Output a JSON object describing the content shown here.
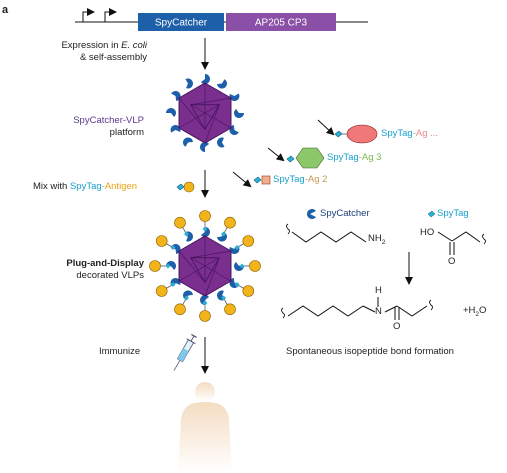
{
  "figure_label": "a",
  "construct": {
    "domain1": "SpyCatcher",
    "domain2": "AP205 CP3",
    "colors": {
      "domain1": "#1d5fa8",
      "domain2": "#8a4fa6"
    }
  },
  "steps": {
    "expression_prefix": "Expression in ",
    "expression_organism": "E. coli",
    "expression_line2": "& self-assembly",
    "platform_part1": "SpyCatcher-",
    "platform_part2": "VLP",
    "platform_line2": "platform",
    "mix_prefix": "Mix with ",
    "mix_tag": "SpyTag",
    "mix_dash": "-",
    "mix_antigen": "Antigen",
    "decorated_bold": "Plug-and-Display",
    "decorated_line2": "decorated VLPs",
    "immunize": "Immunize"
  },
  "antigens": [
    {
      "tag": "SpyTag",
      "sep": "-",
      "ag": "Ag ...",
      "shape": "ellipse",
      "color": "#f07878"
    },
    {
      "tag": "SpyTag",
      "sep": "-",
      "ag": "Ag 3",
      "shape": "hexagon",
      "color": "#8cc86a"
    },
    {
      "tag": "SpyTag",
      "sep": "-",
      "ag": "Ag 2",
      "shape": "square",
      "color": "#f0b090"
    }
  ],
  "chemistry": {
    "spycatcher_label": "SpyCatcher",
    "spytag_label": "SpyTag",
    "amine": "NH",
    "amine_sub": "2",
    "acid": "HO",
    "carbonyl_o": "O",
    "amide_h": "H",
    "amide_n": "N",
    "amide_o": "O",
    "water_prefix": "+H",
    "water_sub": "2",
    "water_suffix": "O",
    "caption": "Spontaneous isopeptide bond formation"
  },
  "colors": {
    "vlp_fill": "#7a2f8f",
    "vlp_edge": "#4a1460",
    "spycatcher": "#1d5fa8",
    "spytag": "#2ab0d8",
    "antigen": "#f2b41a",
    "human": "#f2d6b8"
  }
}
